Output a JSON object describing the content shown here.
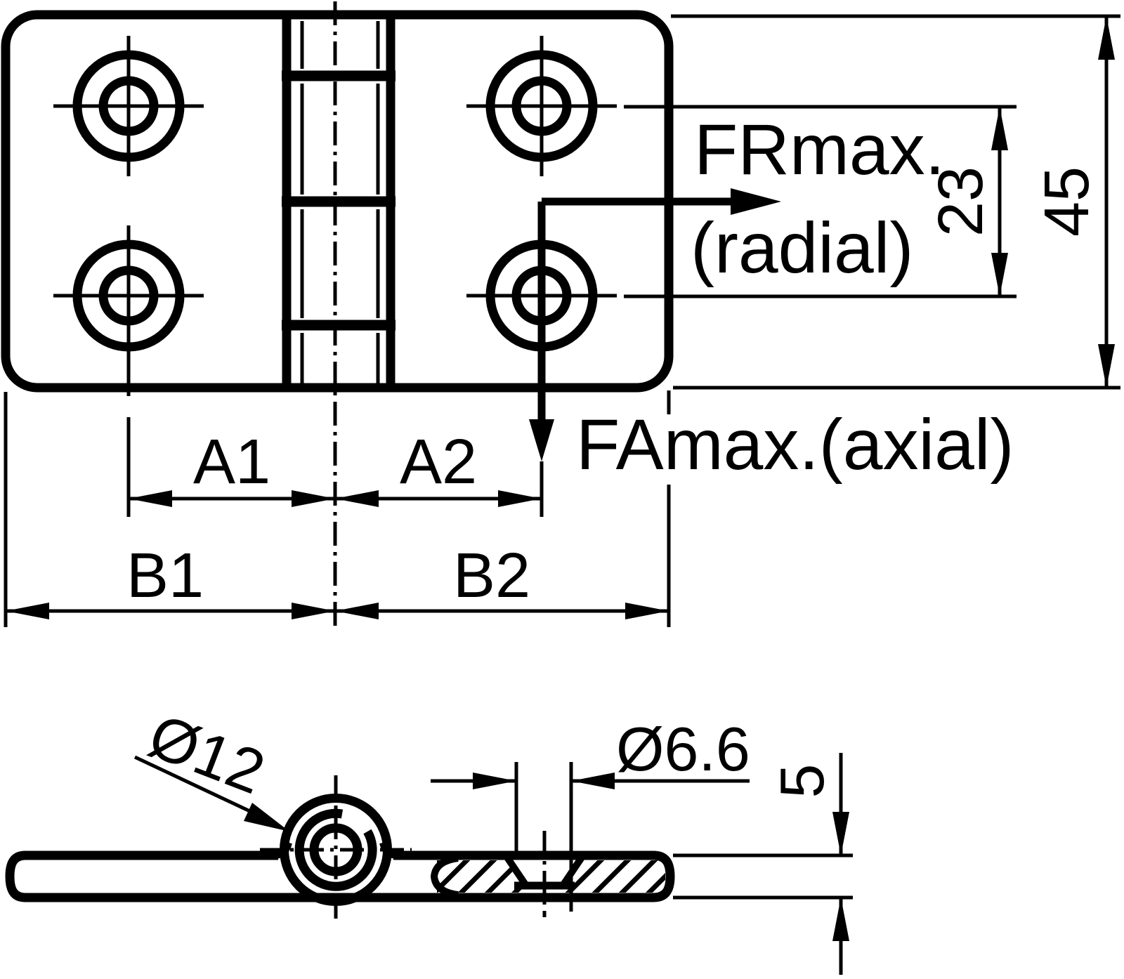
{
  "labels": {
    "frmax": "FRmax.",
    "radial": "(radial)",
    "famax": "FAmax.(axial)",
    "d23": "23",
    "d45": "45",
    "a1": "A1",
    "a2": "A2",
    "b1": "B1",
    "b2": "B2",
    "dia12": "Ø12",
    "dia66": "Ø6.6",
    "t5": "5"
  },
  "colors": {
    "ink": "#000000",
    "background": "#ffffff"
  }
}
